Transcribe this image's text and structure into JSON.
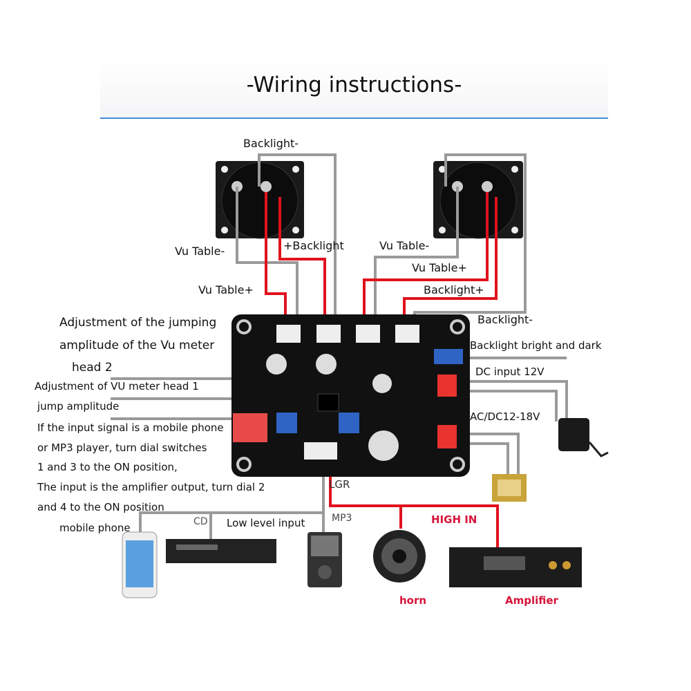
{
  "title": "-Wiring instructions-",
  "colors": {
    "accent_line": "#3b8fd6",
    "wire_red": "#e0121e",
    "wire_gray": "#9a9a9a",
    "board": "#111111",
    "label_red": "#d6143a"
  },
  "labels": {
    "backlight_minus_left": "Backlight-",
    "vu_table_minus_left": "Vu Table-",
    "plus_backlight_left": "+Backlight",
    "vu_table_plus_left": "Vu Table+",
    "vu_table_minus_right": "Vu Table-",
    "vu_table_plus_right": "Vu Table+",
    "backlight_plus_right": "Backlight+",
    "backlight_minus_right": "Backlight-",
    "backlight_bright_dark": "Backlight bright and dark",
    "dc_input": "DC input 12V",
    "ac_dc": "AC/DC12-18V",
    "adj_head2_line1": "Adjustment of the jumping",
    "adj_head2_line2": "amplitude of the Vu meter",
    "adj_head2_line3": "head 2",
    "adj_head1_line1": "Adjustment of VU meter head 1",
    "adj_head1_line2": "jump amplitude",
    "switch_line1": "If the input signal is a mobile phone",
    "switch_line2": "or MP3 player, turn dial switches",
    "switch_line3": "1 and 3 to the ON position,",
    "switch_line4": "The input is the amplifier output, turn dial 2",
    "switch_line5": "and 4 to the ON position",
    "mobile_phone": "mobile phone",
    "cd": "CD",
    "low_level_input": "Low level input",
    "mp3": "MP3",
    "lgr": "LGR",
    "high_in": "HIGH IN",
    "horn": "horn",
    "amplifier": "Amplifier"
  }
}
